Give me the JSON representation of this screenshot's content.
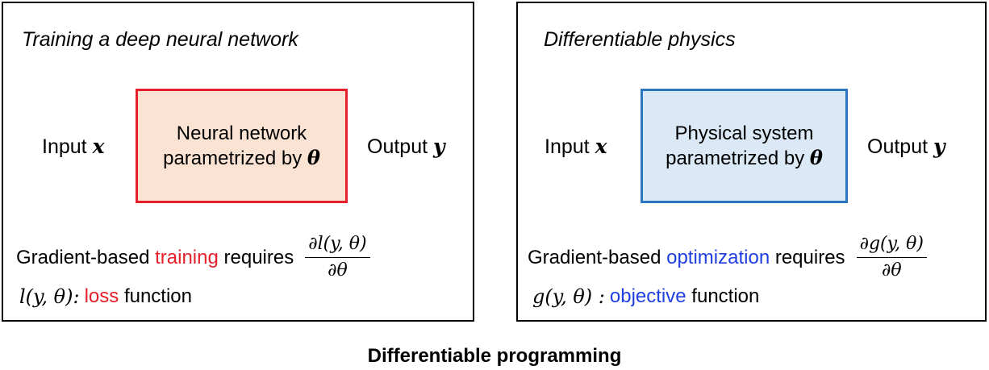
{
  "colors": {
    "nn_border": "#e5202a",
    "nn_fill": "#fae3d3",
    "phys_border": "#2a77c0",
    "phys_fill": "#dbe9f6",
    "accent_left": "#e5202a",
    "accent_right": "#1f3fe0"
  },
  "left_panel": {
    "title": "Training a deep neural network",
    "input_label": "Input",
    "input_symbol": "x",
    "output_label": "Output",
    "output_symbol": "y",
    "box_line1": "Neural network",
    "box_line2": "parametrized by",
    "box_symbol": "θ",
    "req_prefix": "Gradient-based",
    "req_highlight": "training",
    "req_suffix": "requires",
    "frac_num": "∂l(y, θ)",
    "frac_den": "∂θ",
    "def_symbol": "l(y, θ):",
    "def_highlight": "loss",
    "def_suffix": "function"
  },
  "right_panel": {
    "title": "Differentiable physics",
    "input_label": "Input",
    "input_symbol": "x",
    "output_label": "Output",
    "output_symbol": "y",
    "box_line1": "Physical system",
    "box_line2": "parametrized by",
    "box_symbol": "θ",
    "req_prefix": "Gradient-based",
    "req_highlight": "optimization",
    "req_suffix": "requires",
    "frac_num": "∂g(y, θ)",
    "frac_den": "∂θ",
    "def_symbol": "g(y, θ) :",
    "def_highlight": "objective",
    "def_suffix": "function"
  },
  "footer_title": "Differentiable programming"
}
